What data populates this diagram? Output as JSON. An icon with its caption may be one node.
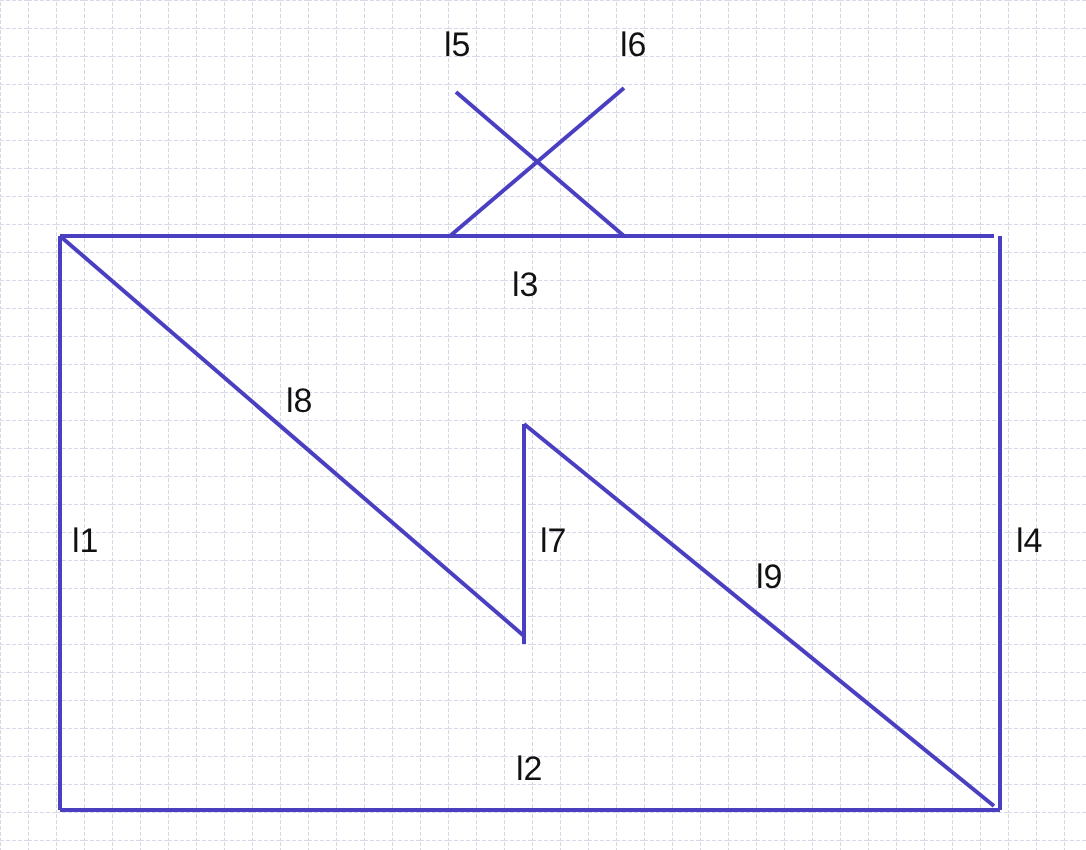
{
  "diagram": {
    "labels": [
      "l5",
      "l6",
      "l3",
      "l8",
      "l1",
      "l7",
      "l9",
      "l4",
      "l2"
    ]
  }
}
